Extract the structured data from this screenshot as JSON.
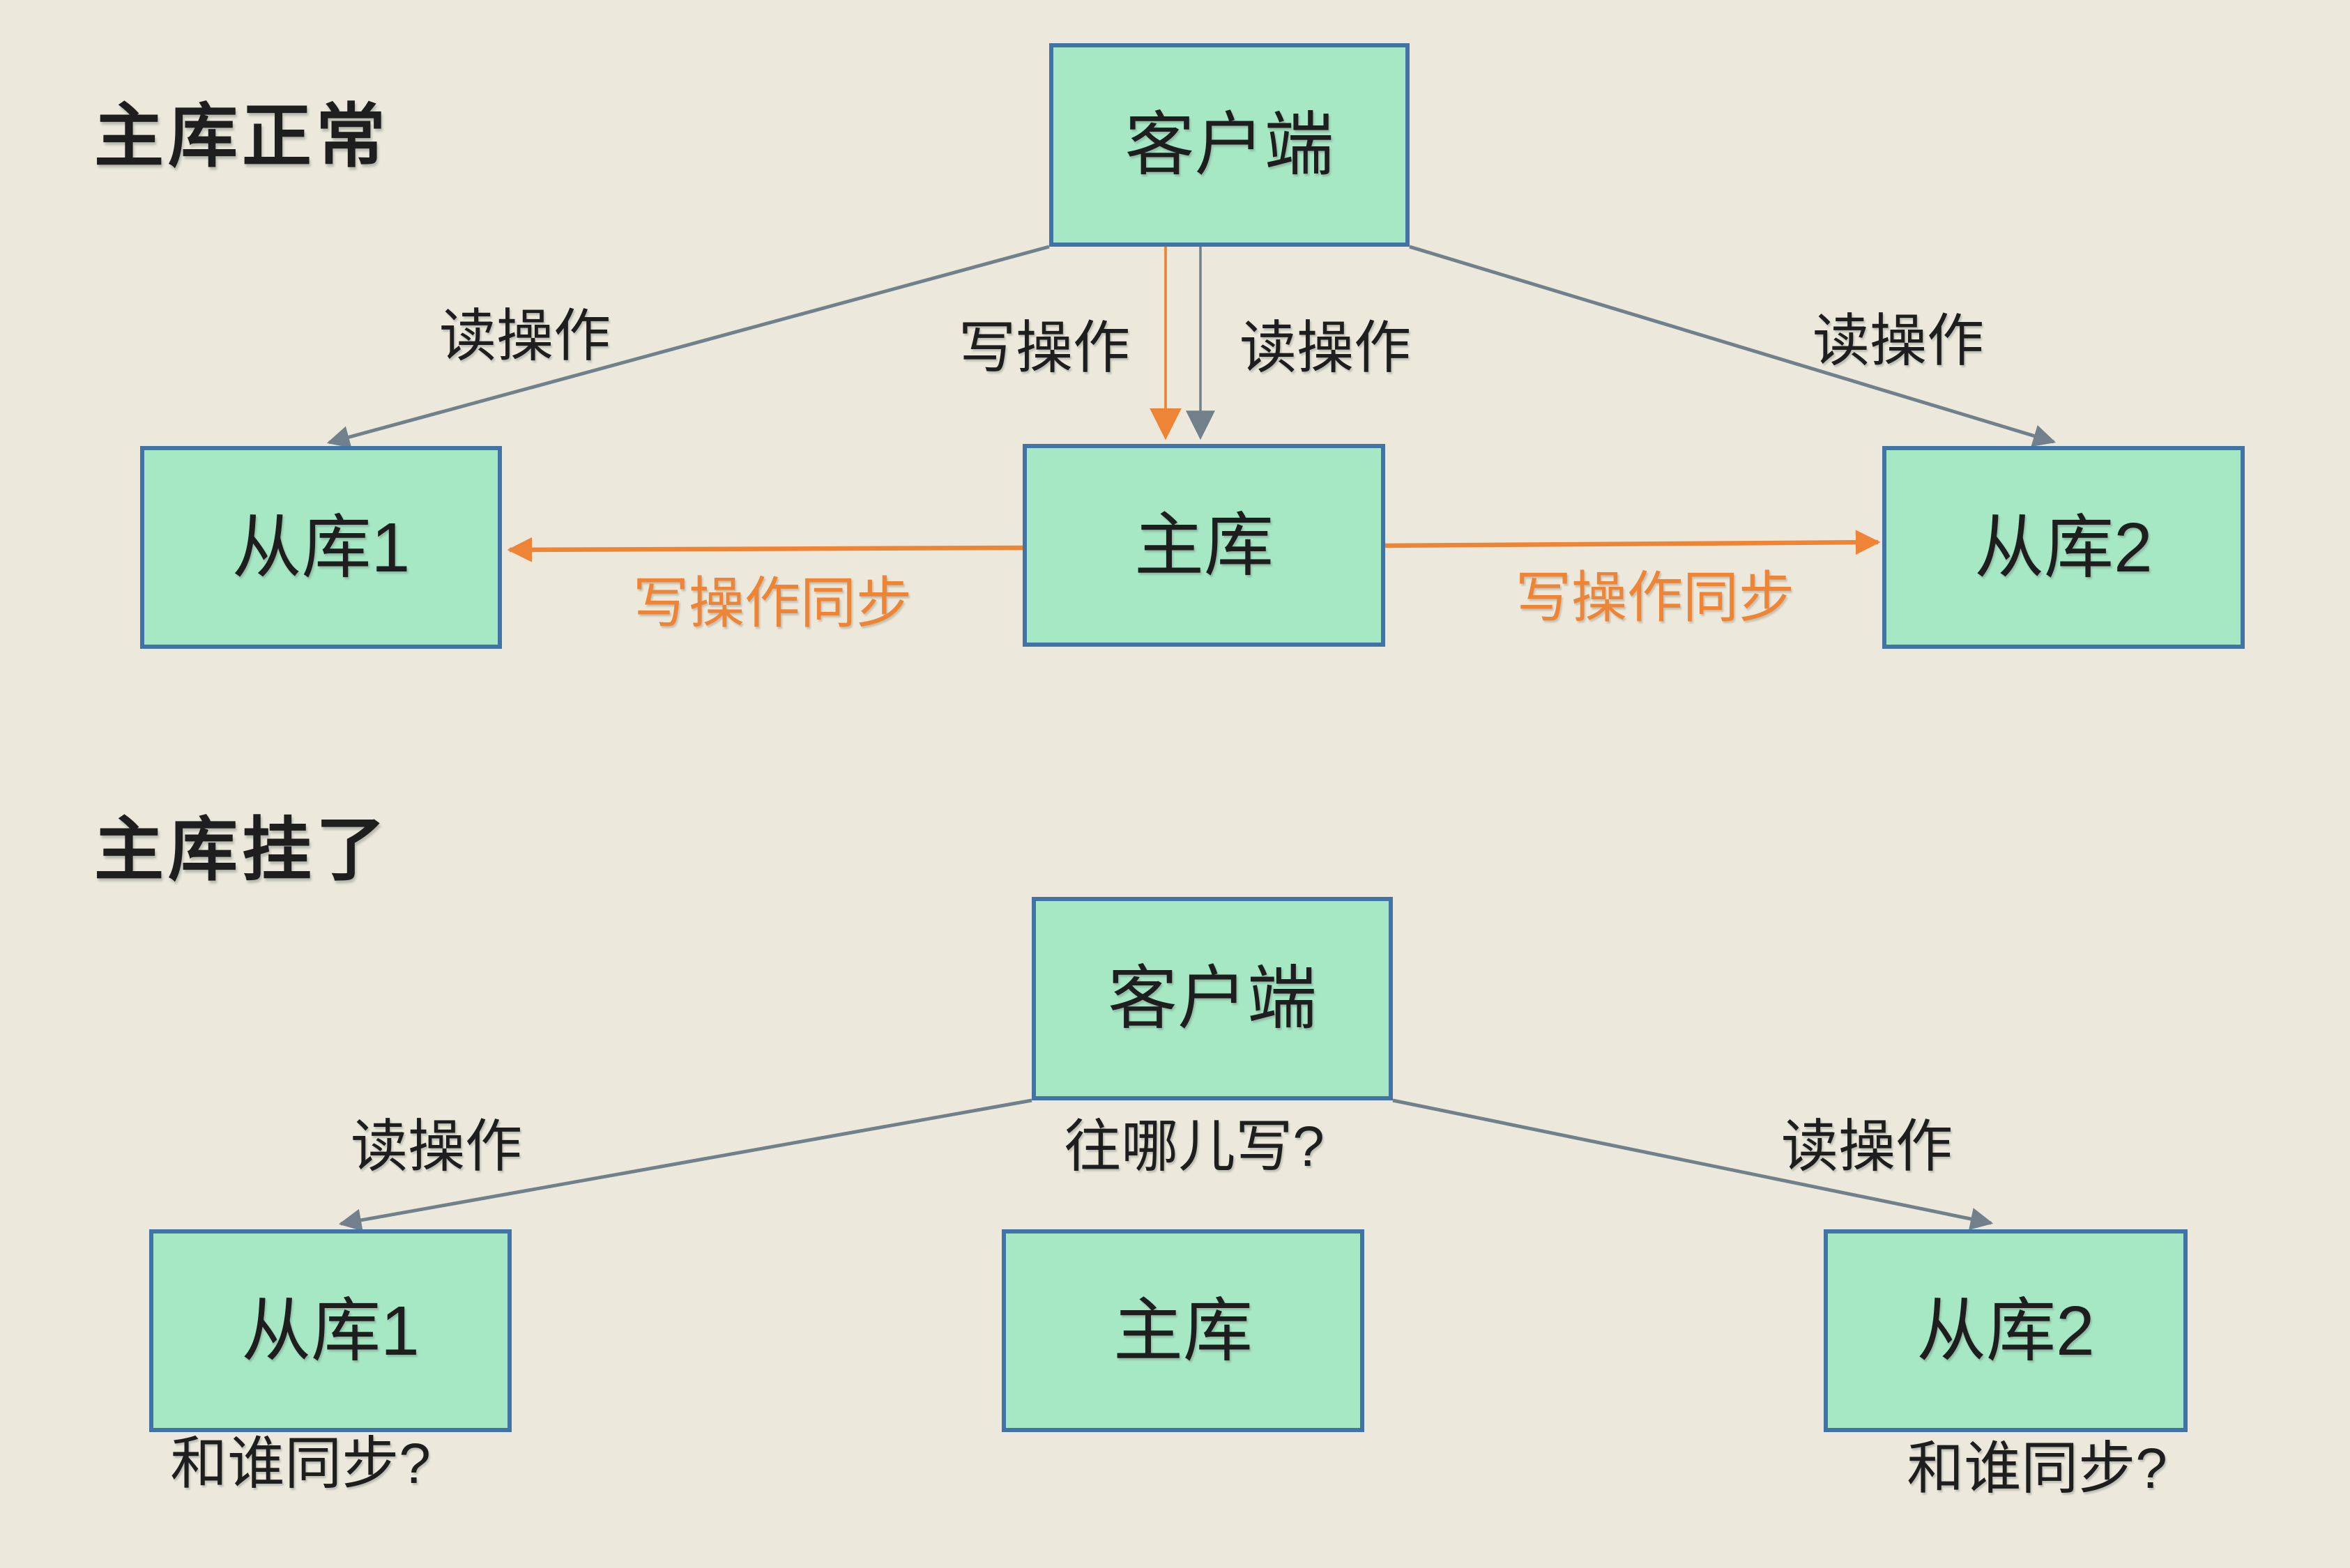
{
  "colors": {
    "background": "#ECE9DC",
    "node_fill": "#A6E7C4",
    "node_border": "#4173A6",
    "arrow_gray": "#71808A",
    "arrow_orange": "#EE8435",
    "text_dark": "#1E1E1E"
  },
  "normal": {
    "title": "主库正常",
    "nodes": {
      "client": "客户端",
      "slave1": "从库1",
      "master": "主库",
      "slave2": "从库2"
    },
    "labels": {
      "read_left": "读操作",
      "write": "写操作",
      "read_mid": "读操作",
      "read_right": "读操作",
      "sync_left": "写操作同步",
      "sync_right": "写操作同步"
    }
  },
  "down": {
    "title": "主库挂了",
    "nodes": {
      "client": "客户端",
      "slave1": "从库1",
      "master": "主库",
      "slave2": "从库2"
    },
    "labels": {
      "read_left": "读操作",
      "where_write": "往哪儿写?",
      "read_right": "读操作",
      "sync_question_left": "和谁同步?",
      "sync_question_right": "和谁同步?"
    }
  }
}
